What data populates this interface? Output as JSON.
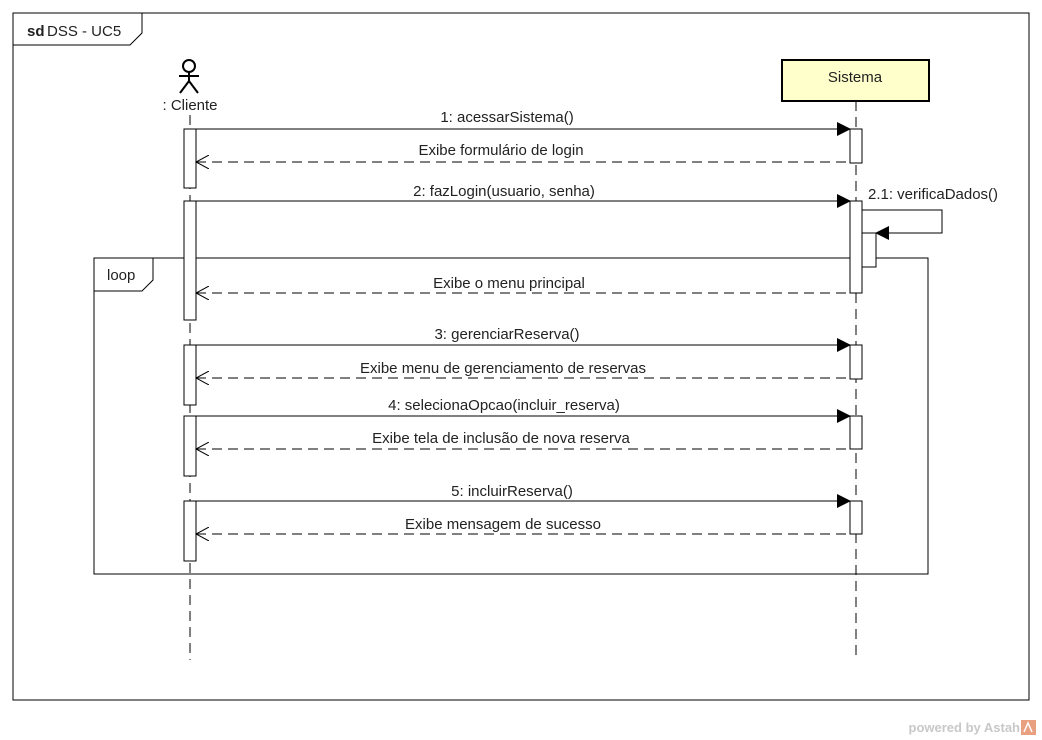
{
  "frame": {
    "keyword": "sd",
    "name": "DSS - UC5"
  },
  "actor": {
    "label": ": Cliente"
  },
  "system": {
    "label": "Sistema",
    "fill": "#ffffcc"
  },
  "loop": {
    "label": "loop"
  },
  "messages": [
    {
      "num": "1",
      "label": "1: acessarSistema()",
      "kind": "call"
    },
    {
      "num": "1r",
      "label": "Exibe formulário de login",
      "kind": "return"
    },
    {
      "num": "2",
      "label": "2: fazLogin(usuario, senha)",
      "kind": "call"
    },
    {
      "num": "2.1",
      "label": "2.1: verificaDados()",
      "kind": "self"
    },
    {
      "num": "2r",
      "label": "Exibe o menu principal",
      "kind": "return"
    },
    {
      "num": "3",
      "label": "3: gerenciarReserva()",
      "kind": "call"
    },
    {
      "num": "3r",
      "label": "Exibe menu de gerenciamento de reservas",
      "kind": "return"
    },
    {
      "num": "4",
      "label": "4: selecionaOpcao(incluir_reserva)",
      "kind": "call"
    },
    {
      "num": "4r",
      "label": "Exibe tela de inclusão de nova reserva",
      "kind": "return"
    },
    {
      "num": "5",
      "label": "5: incluirReserva()",
      "kind": "call"
    },
    {
      "num": "5r",
      "label": "Exibe mensagem de sucesso",
      "kind": "return"
    }
  ],
  "watermark": {
    "text": "powered by Astah",
    "logo_color": "#e8a080"
  }
}
